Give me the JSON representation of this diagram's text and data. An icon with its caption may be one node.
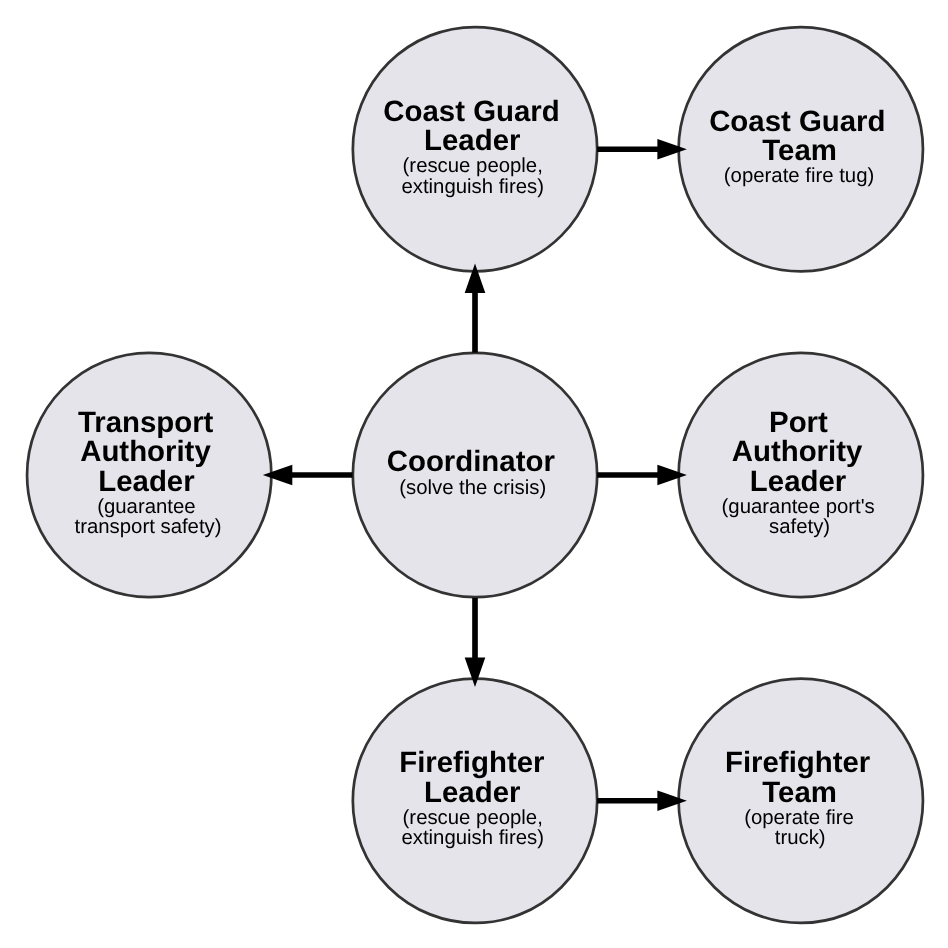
{
  "diagram": {
    "nodes": [
      {
        "text": [
          "Coast Guard Leader",
          "(rescue people, extinguish fires)"
        ]
      },
      {
        "text": [
          "Coast Guard Team",
          "(operate fire tug)"
        ]
      },
      {
        "text": [
          "Transport Authority Leader",
          "(guarantee transport safety)"
        ]
      },
      {
        "text": [
          "Coordinator",
          "(solve the crisis)"
        ]
      },
      {
        "text": [
          "Port Authority Leader",
          "(guarantee port's safety)"
        ]
      },
      {
        "text": [
          "Firefighter Leader",
          "(rescue people, extinguish fires)"
        ]
      },
      {
        "text": [
          "Firefighter Team",
          "(operate fire truck)"
        ]
      }
    ],
    "edges": [
      {
        "from": 3,
        "to": 0,
        "arrow": "to"
      },
      {
        "from": 0,
        "to": 1,
        "arrow": "to"
      },
      {
        "from": 3,
        "to": 2,
        "arrow": "to"
      },
      {
        "from": 3,
        "to": 4,
        "arrow": "to"
      },
      {
        "from": 3,
        "to": 5,
        "arrow": "to"
      },
      {
        "from": 5,
        "to": 6,
        "arrow": "to"
      }
    ]
  }
}
